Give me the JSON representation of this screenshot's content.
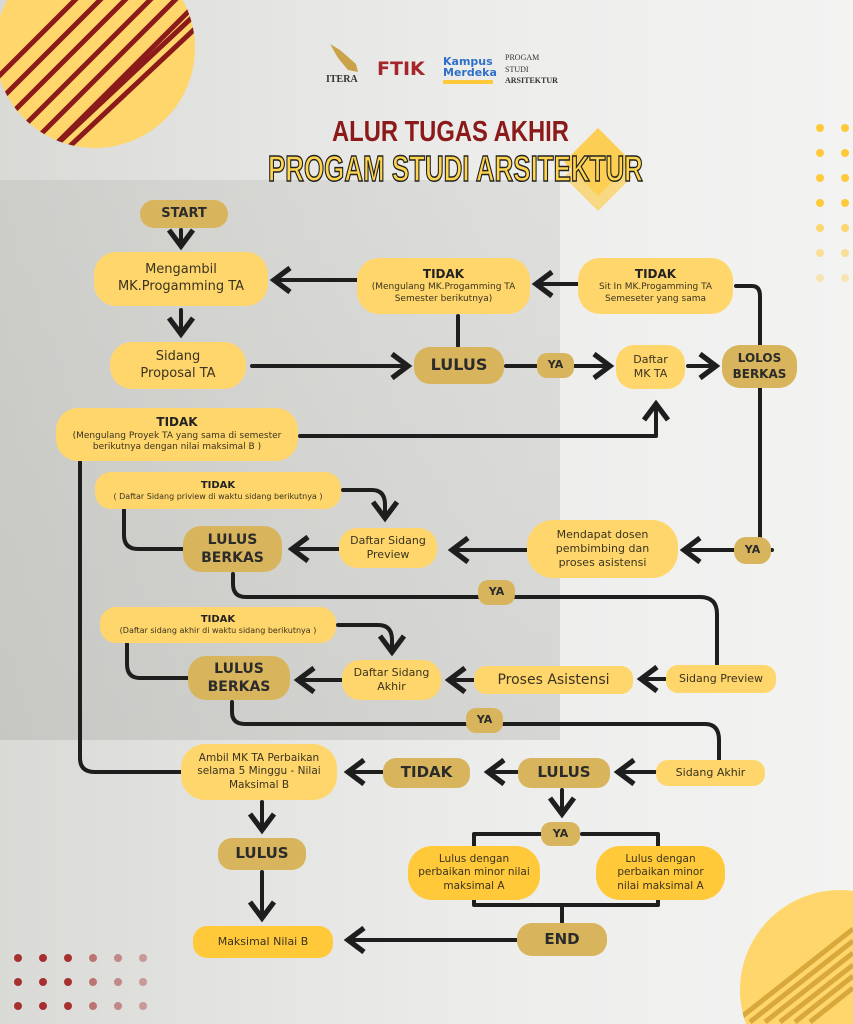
{
  "header": {
    "logos": [
      "ITERA",
      "FTIK",
      "Kampus Merdeka"
    ],
    "program_label": [
      "PROGAM",
      "STUDI",
      "ARSITEKTUR"
    ],
    "title_line1": "ALUR TUGAS AKHIR",
    "title_line2": "PROGAM STUDI ARSITEKTUR"
  },
  "colors": {
    "light": "#FFD66B",
    "dark": "#D8B55C",
    "bright": "#FFC93A",
    "title_red": "#8B1A1A",
    "title_yellow": "#FFD54F"
  },
  "nodes": {
    "start": "START",
    "mengambil": [
      "Mengambil",
      "MK.Progamming TA"
    ],
    "tidak1": {
      "head": "TIDAK",
      "body": "(Mengulang MK.Progamming TA Semester berikutnya)"
    },
    "tidak2": {
      "head": "TIDAK",
      "body": "Sit In MK.Progamming TA Semeseter yang sama"
    },
    "sidang_proposal": [
      "Sidang",
      "Proposal TA"
    ],
    "lulus1": "LULUS",
    "ya1": "YA",
    "daftar_mk_ta": [
      "Daftar",
      "MK TA"
    ],
    "lolos_berkas": [
      "LOLOS",
      "BERKAS"
    ],
    "tidak3": {
      "head": "TIDAK",
      "body": "(Mengulang Proyek TA yang sama di semester berikutnya dengan nilai maksimal B )"
    },
    "tidak4": {
      "head": "TIDAK",
      "body": "( Daftar Sidang priview di waktu sidang berikutnya )"
    },
    "lulus_berkas1": [
      "LULUS",
      "BERKAS"
    ],
    "daftar_sidang_preview": [
      "Daftar Sidang",
      "Preview"
    ],
    "mendapat_dosen": "Mendapat dosen pembimbing dan proses asistensi",
    "ya2": "YA",
    "ya3": "YA",
    "tidak5": {
      "head": "TIDAK",
      "body": "(Daftar sidang akhir di waktu sidang berikutnya )"
    },
    "lulus_berkas2": [
      "LULUS",
      "BERKAS"
    ],
    "daftar_sidang_akhir": [
      "Daftar Sidang",
      "Akhir"
    ],
    "proses_asistensi": "Proses Asistensi",
    "sidang_preview": "Sidang Preview",
    "ya4": "YA",
    "ambil_mk_ta": "Ambil MK TA Perbaikan selama 5 Minggu - Nilai Maksimal B",
    "tidak6": "TIDAK",
    "lulus2": "LULUS",
    "sidang_akhir": "Sidang Akhir",
    "ya5": "YA",
    "lulus3": "LULUS",
    "lulus_minor1": "Lulus dengan perbaikan minor nilai maksimal A",
    "lulus_minor2": "Lulus dengan perbaikan minor nilai maksimal A",
    "end": "END",
    "maksimal_b": "Maksimal Nilai B"
  }
}
